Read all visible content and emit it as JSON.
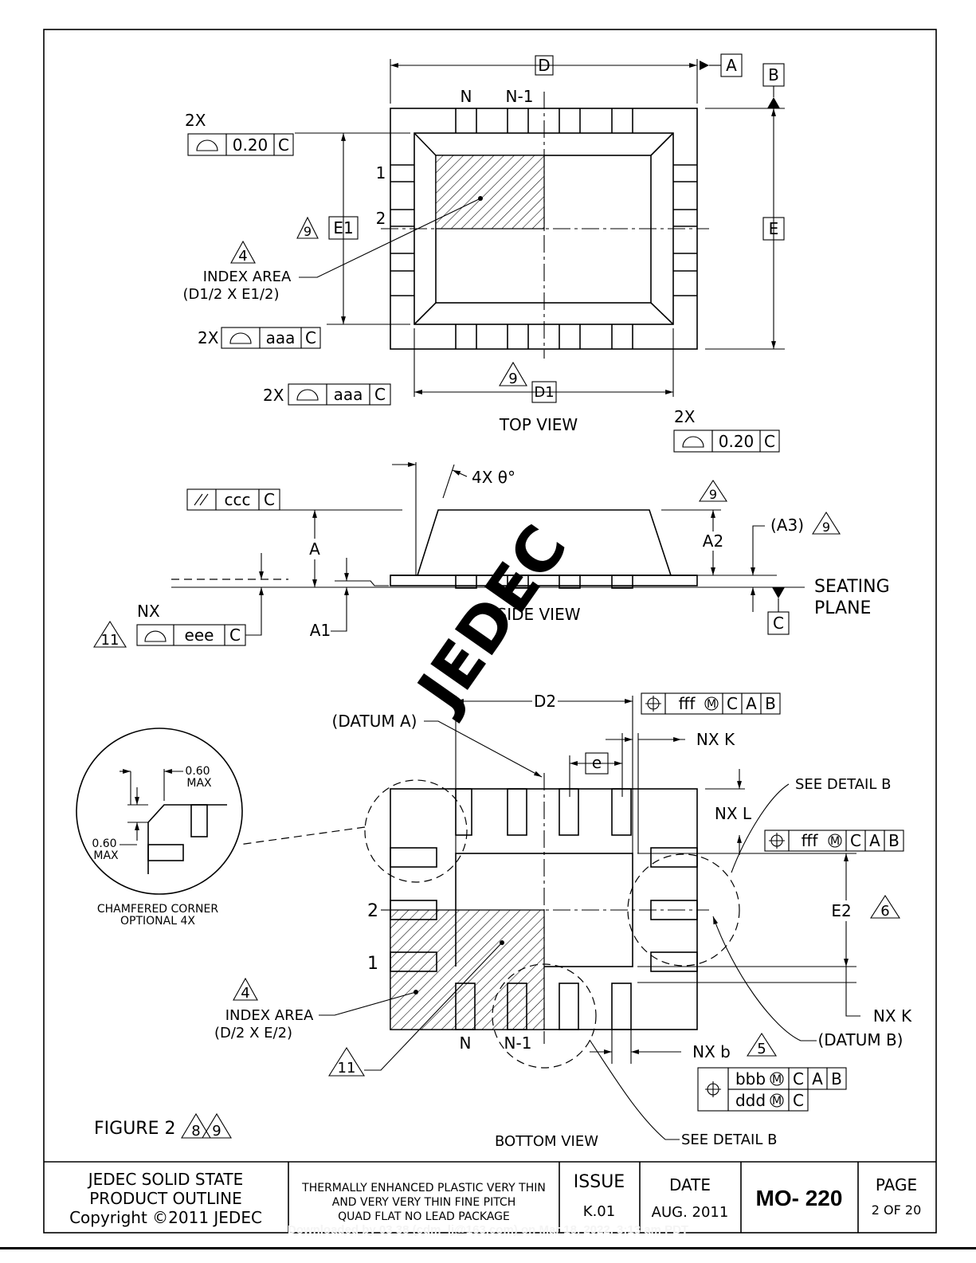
{
  "top_view": {
    "title": "TOP VIEW",
    "dim_d": "D",
    "datum_a": "A",
    "datum_b": "B",
    "dim_e": "E",
    "dim_e1": "E1",
    "dim_d1": "D1",
    "pin_n": "N",
    "pin_n_minus_1": "N-1",
    "pin_1": "1",
    "pin_2": "2",
    "note_9": "9",
    "note_4": "4",
    "index_area": "INDEX AREA",
    "index_area_size": "(D1/2 X E1/2)",
    "fcf_020_label": "2X",
    "fcf_020_value": "0.20",
    "fcf_020_datum": "C",
    "fcf_aaa_label": "2X",
    "fcf_aaa_value": "aaa",
    "fcf_aaa_datum": "C"
  },
  "side_view": {
    "title": "SIDE VIEW",
    "angle": "4X θ°",
    "parallel_value": "ccc",
    "parallel_datum": "C",
    "dim_a": "A",
    "dim_a1": "A1",
    "dim_a2": "A2",
    "dim_a3": "(A3)",
    "seating": "SEATING",
    "plane": "PLANE",
    "datum_c": "C",
    "note_11": "11",
    "nx": "NX",
    "eee_value": "eee",
    "eee_datum": "C",
    "note_9": "9"
  },
  "bottom_view": {
    "title": "BOTTOM VIEW",
    "dim_d2": "D2",
    "datum_a_callout": "(DATUM A)",
    "datum_b_callout": "(DATUM B)",
    "dim_e": "e",
    "nx_k": "NX K",
    "nx_l": "NX L",
    "nx_b": "NX b",
    "see_detail_b": "SEE DETAIL B",
    "dim_e2": "E2",
    "note_6": "6",
    "note_5": "5",
    "note_4": "4",
    "note_11": "11",
    "fff": "fff",
    "bbb": "bbb",
    "ddd": "ddd",
    "datum_c": "C",
    "datum_a": "A",
    "datum_b": "B",
    "pin_n": "N",
    "pin_n_minus_1": "N-1",
    "pin_1": "1",
    "pin_2": "2",
    "index_area": "INDEX AREA",
    "index_area_size": "(D/2 X E/2)"
  },
  "detail": {
    "max_060_top": "0.60",
    "max_top": "MAX",
    "max_060_left": "0.60",
    "max_left": "MAX",
    "chamfered": "CHAMFERED CORNER",
    "optional": "OPTIONAL 4X"
  },
  "figure": {
    "label": "FIGURE 2",
    "note_8": "8",
    "note_9": "9"
  },
  "watermark": "JEDEC",
  "title_block": {
    "org_line1": "JEDEC SOLID STATE",
    "org_line2": "PRODUCT OUTLINE",
    "org_line3": "Copyright ©2011 JEDEC",
    "desc_line1": "THERMALLY ENHANCED PLASTIC VERY THIN",
    "desc_line2": "AND VERY VERY THIN FINE PITCH",
    "desc_line3": "QUAD FLAT NO LEAD PACKAGE",
    "issue_label": "ISSUE",
    "issue_value": "K.01",
    "date_label": "DATE",
    "date_value": "AUG. 2011",
    "outline_no": "MO- 220",
    "page_label": "PAGE",
    "page_value": "2 OF 20"
  },
  "download_note": "Downloaded by 03 38 (cdm_lj@163.com) on Mar 18, 2022, 3:13 am PDT"
}
